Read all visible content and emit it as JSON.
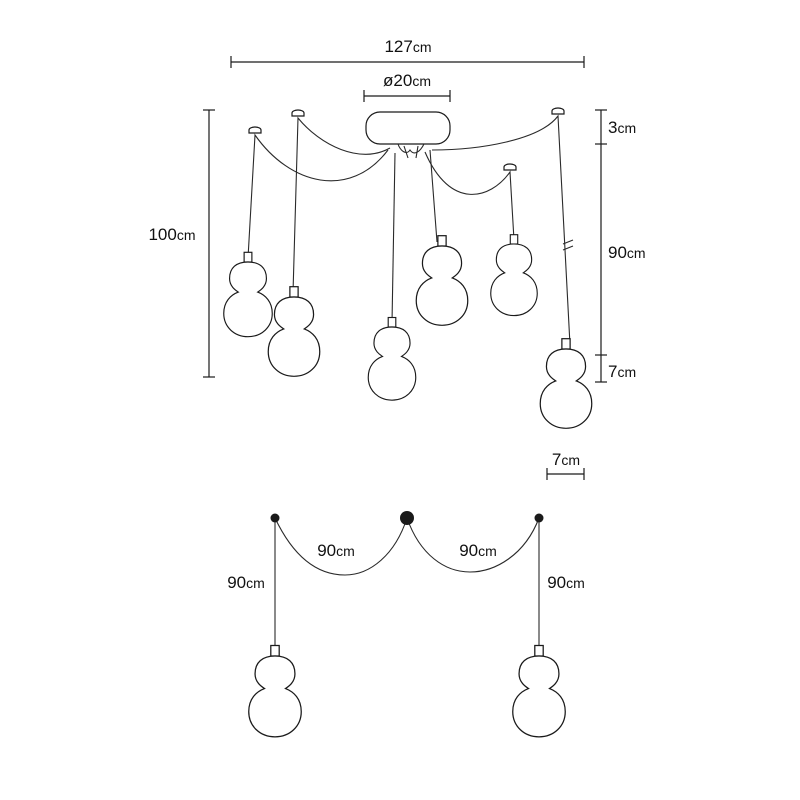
{
  "diagram": {
    "labels": {
      "total_width": {
        "value": "127",
        "unit": "cm"
      },
      "canopy_diameter": {
        "value": "ø20",
        "unit": "cm"
      },
      "total_height": {
        "value": "100",
        "unit": "cm"
      },
      "canopy_height": {
        "value": "3",
        "unit": "cm"
      },
      "cable_length": {
        "value": "90",
        "unit": "cm"
      },
      "bulb_height": {
        "value": "7",
        "unit": "cm"
      },
      "bulb_width": {
        "value": "7",
        "unit": "cm"
      },
      "swag_left": {
        "value": "90",
        "unit": "cm"
      },
      "swag_right": {
        "value": "90",
        "unit": "cm"
      },
      "drop_left": {
        "value": "90",
        "unit": "cm"
      },
      "drop_right": {
        "value": "90",
        "unit": "cm"
      }
    },
    "colors": {
      "line": "#1a1a1a",
      "background": "#ffffff"
    }
  }
}
